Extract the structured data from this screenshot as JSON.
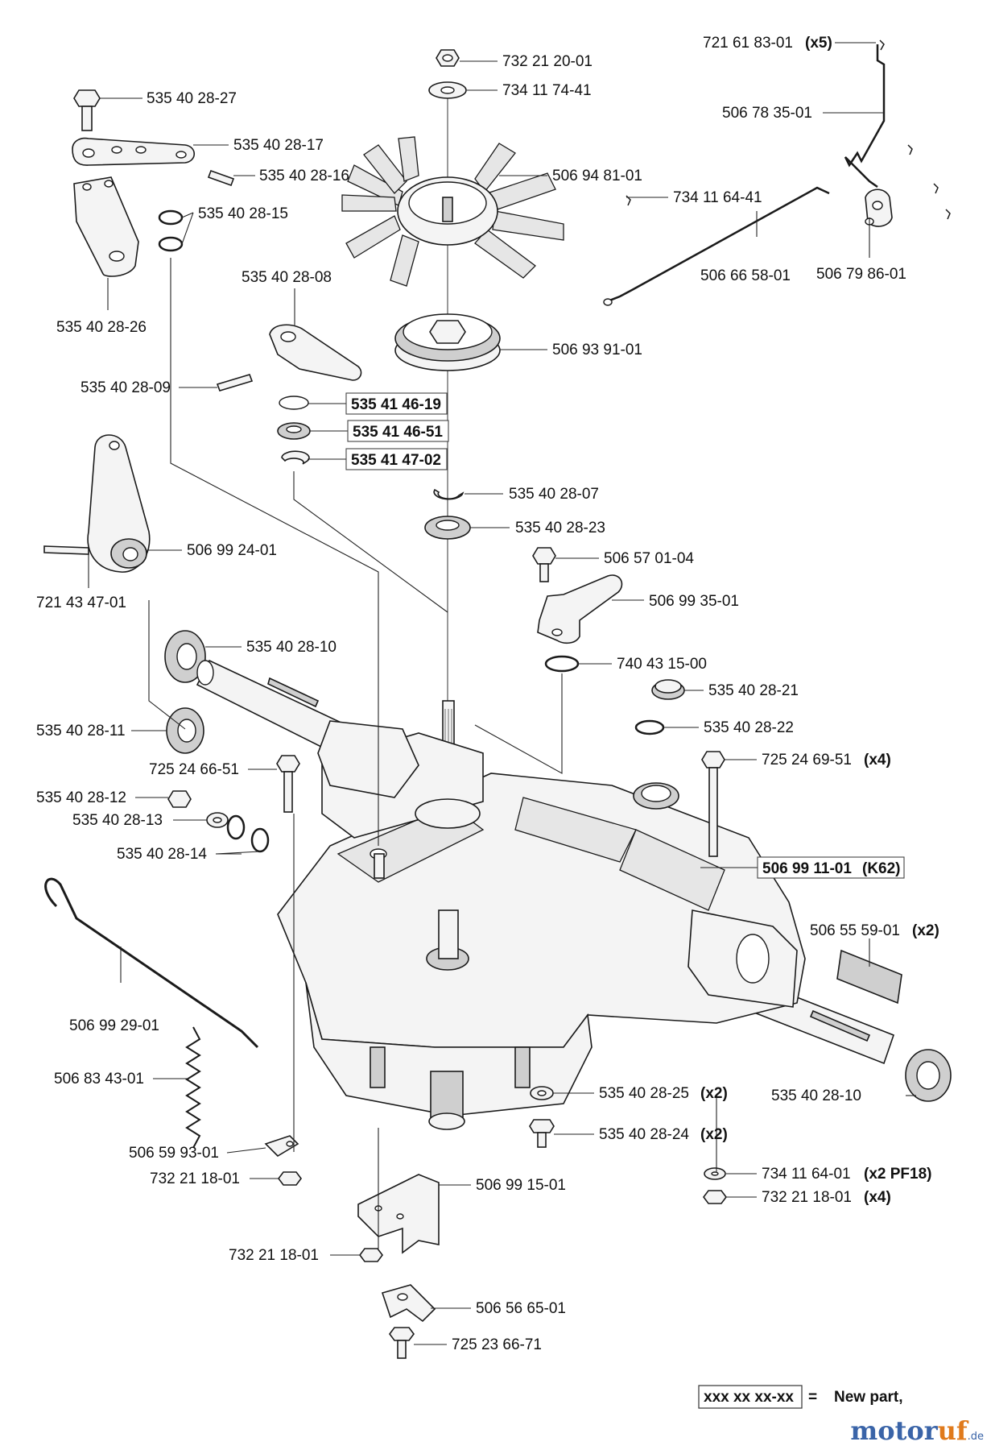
{
  "diagram": {
    "callouts": [
      {
        "id": "c1",
        "number": "732 21 20-01",
        "qty": ""
      },
      {
        "id": "c2",
        "number": "734 11 74-41",
        "qty": ""
      },
      {
        "id": "c3",
        "number": "721 61 83-01",
        "qty": "(x5)"
      },
      {
        "id": "c4",
        "number": "506 78 35-01",
        "qty": ""
      },
      {
        "id": "c5",
        "number": "535 40 28-27",
        "qty": ""
      },
      {
        "id": "c6",
        "number": "535 40 28-17",
        "qty": ""
      },
      {
        "id": "c7",
        "number": "535 40 28-16",
        "qty": ""
      },
      {
        "id": "c8",
        "number": "506 94 81-01",
        "qty": ""
      },
      {
        "id": "c9",
        "number": "734 11 64-41",
        "qty": ""
      },
      {
        "id": "c10",
        "number": "535 40 28-15",
        "qty": ""
      },
      {
        "id": "c11",
        "number": "506 66 58-01",
        "qty": ""
      },
      {
        "id": "c12",
        "number": "506 79 86-01",
        "qty": ""
      },
      {
        "id": "c13",
        "number": "535 40 28-08",
        "qty": ""
      },
      {
        "id": "c14",
        "number": "535 40 28-26",
        "qty": ""
      },
      {
        "id": "c15",
        "number": "506 93 91-01",
        "qty": ""
      },
      {
        "id": "c16",
        "number": "535 40 28-09",
        "qty": ""
      },
      {
        "id": "c17",
        "number": "535 41 46-19",
        "qty": "",
        "boxed": true
      },
      {
        "id": "c18",
        "number": "535 41 46-51",
        "qty": "",
        "boxed": true
      },
      {
        "id": "c19",
        "number": "535 41 47-02",
        "qty": "",
        "boxed": true
      },
      {
        "id": "c20",
        "number": "535 40 28-07",
        "qty": ""
      },
      {
        "id": "c21",
        "number": "535 40 28-23",
        "qty": ""
      },
      {
        "id": "c22",
        "number": "506 99 24-01",
        "qty": ""
      },
      {
        "id": "c23",
        "number": "506 57 01-04",
        "qty": ""
      },
      {
        "id": "c24",
        "number": "721 43 47-01",
        "qty": ""
      },
      {
        "id": "c25",
        "number": "506 99 35-01",
        "qty": ""
      },
      {
        "id": "c26",
        "number": "535 40 28-10",
        "qty": ""
      },
      {
        "id": "c27",
        "number": "740 43 15-00",
        "qty": ""
      },
      {
        "id": "c28",
        "number": "535 40 28-21",
        "qty": ""
      },
      {
        "id": "c29",
        "number": "535 40 28-11",
        "qty": ""
      },
      {
        "id": "c30",
        "number": "535 40 28-22",
        "qty": ""
      },
      {
        "id": "c31",
        "number": "725 24 66-51",
        "qty": ""
      },
      {
        "id": "c32",
        "number": "725 24 69-51",
        "qty": "(x4)"
      },
      {
        "id": "c33",
        "number": "535 40 28-12",
        "qty": ""
      },
      {
        "id": "c34",
        "number": "535 40 28-13",
        "qty": ""
      },
      {
        "id": "c35",
        "number": "535 40 28-14",
        "qty": ""
      },
      {
        "id": "c36",
        "number": "506 99 11-01",
        "qty": "(K62)",
        "boxed": true
      },
      {
        "id": "c37",
        "number": "506 55 59-01",
        "qty": "(x2)"
      },
      {
        "id": "c38",
        "number": "506 99 29-01",
        "qty": ""
      },
      {
        "id": "c39",
        "number": "506 83 43-01",
        "qty": ""
      },
      {
        "id": "c40",
        "number": "535 40 28-25",
        "qty": "(x2)"
      },
      {
        "id": "c41",
        "number": "535 40 28-10",
        "qty": ""
      },
      {
        "id": "c42",
        "number": "535 40 28-24",
        "qty": "(x2)"
      },
      {
        "id": "c43",
        "number": "506 59 93-01",
        "qty": ""
      },
      {
        "id": "c44",
        "number": "734 11 64-01",
        "qty": "(x2 PF18)"
      },
      {
        "id": "c45",
        "number": "732 21 18-01",
        "qty": ""
      },
      {
        "id": "c46",
        "number": "732 21 18-01",
        "qty": "(x4)"
      },
      {
        "id": "c47",
        "number": "506 99 15-01",
        "qty": ""
      },
      {
        "id": "c48",
        "number": "732 21 18-01",
        "qty": ""
      },
      {
        "id": "c49",
        "number": "506 56 65-01",
        "qty": ""
      },
      {
        "id": "c50",
        "number": "725 23 66-71",
        "qty": ""
      }
    ]
  },
  "legend": {
    "sample": "xxx xx xx-xx",
    "equals": "=",
    "text": "New part,"
  },
  "watermark": {
    "part1": "motor",
    "part2": "uf",
    "suffix": ".de"
  }
}
